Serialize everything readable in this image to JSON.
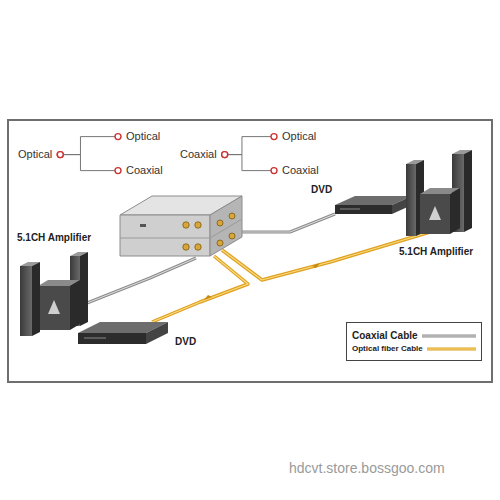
{
  "diagram": {
    "nodes": [
      {
        "text": [
          "Optical"
        ]
      },
      {
        "text": [
          "Optical"
        ]
      },
      {
        "text": [
          "Coaxial"
        ]
      },
      {
        "text": [
          "Coaxial"
        ]
      },
      {
        "text": [
          "Optical"
        ]
      },
      {
        "text": [
          "Coaxial"
        ]
      }
    ],
    "edges": [
      {
        "from": 0,
        "to": 1,
        "arrow": "none"
      },
      {
        "from": 0,
        "to": 2,
        "arrow": "none"
      },
      {
        "from": 3,
        "to": 4,
        "arrow": "none"
      },
      {
        "from": 3,
        "to": 5,
        "arrow": "none"
      }
    ],
    "labels": [
      "DVD",
      "5.1CH Amplifier",
      "5.1CH Amplifier",
      "DVD",
      "hdcvt.store.bossgoo.com"
    ],
    "legend": [
      {
        "text": "Coaxial Cable"
      },
      {
        "text": "Optical fiber Cable"
      }
    ]
  }
}
